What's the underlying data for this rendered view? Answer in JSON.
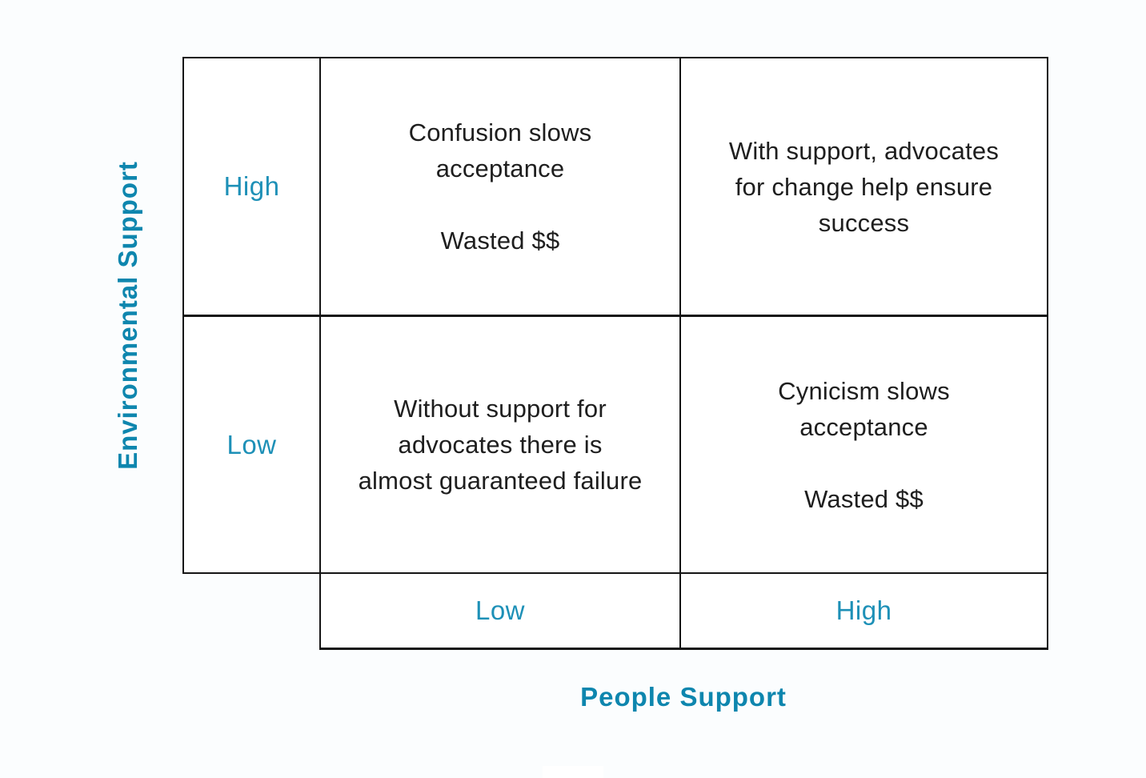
{
  "diagram": {
    "y_axis_title": "Environmental Support",
    "x_axis_title": "People Support",
    "row_labels": [
      {
        "label": "High"
      },
      {
        "label": "Low"
      }
    ],
    "col_labels": [
      {
        "label": "Low"
      },
      {
        "label": "High"
      }
    ],
    "quadrants": [
      {
        "name": "high-environment-low-people",
        "text": "Confusion slows\nacceptance\n\nWasted $$"
      },
      {
        "name": "high-environment-high-people",
        "text": "With support, advocates\nfor change help ensure\nsuccess"
      },
      {
        "name": "low-environment-low-people",
        "text": "Without support for\nadvocates there is\nalmost guaranteed failure"
      },
      {
        "name": "low-environment-high-people",
        "text": "Cynicism slows\nacceptance\n\nWasted $$"
      }
    ]
  },
  "colors": {
    "accent_bold": "#0e86ae",
    "accent_label": "#1d90b7",
    "grid_line": "#151515",
    "quad_text": "#1e1e1e",
    "page_bg": "#fbfdfe",
    "cell_bg": "#ffffff"
  }
}
